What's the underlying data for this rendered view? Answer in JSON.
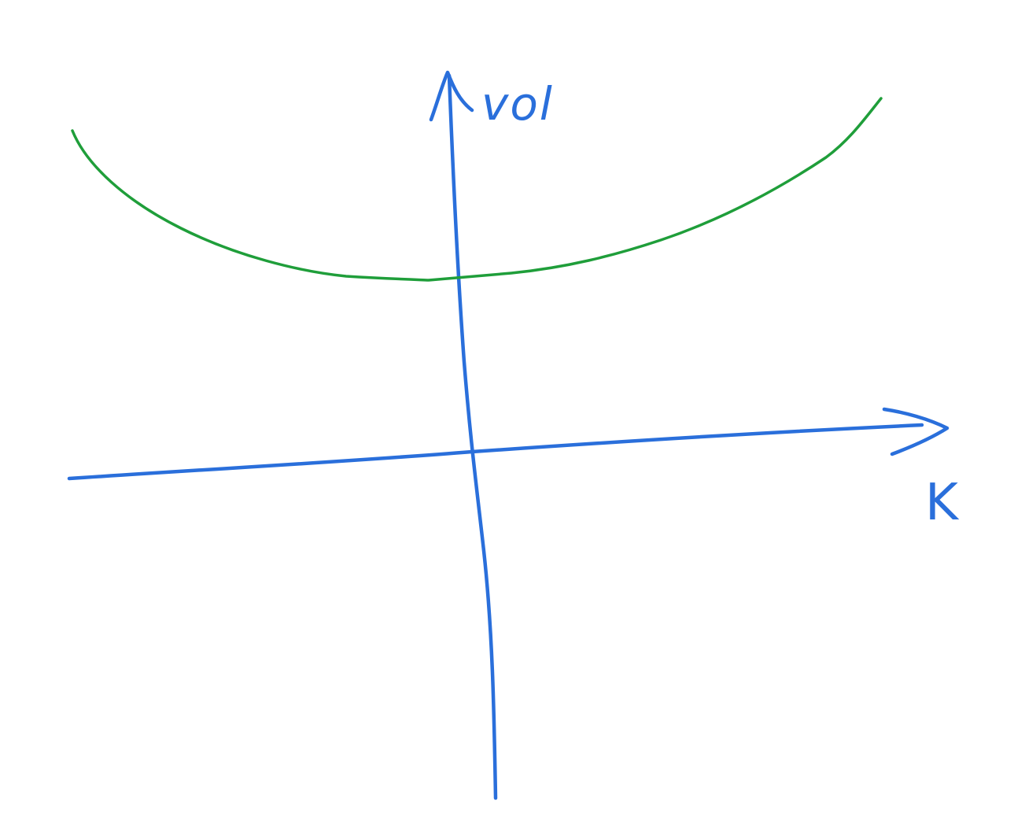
{
  "diagram": {
    "y_axis_label": "vol",
    "x_axis_label": "K",
    "colors": {
      "background": "#ffffff",
      "axes": "#2a6fdb",
      "curve": "#1f9e3a"
    },
    "curve": {
      "shape": "convex smile",
      "description_visible": false
    }
  }
}
